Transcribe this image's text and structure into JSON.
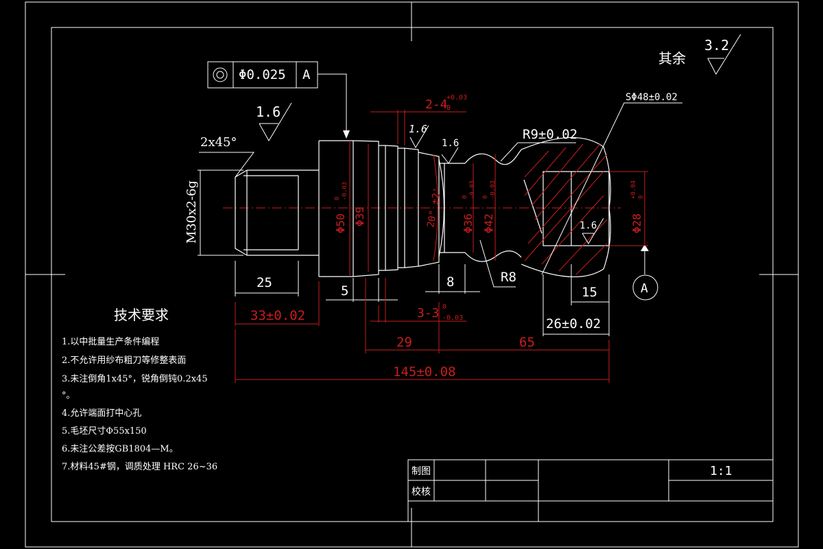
{
  "colors": {
    "background": "#000000",
    "line": "#ffffff",
    "dimension": "#c81e1e"
  },
  "roughness": {
    "rest_label": "其余",
    "rest_value": "3.2",
    "left_face": "1.6",
    "groove": "1.6",
    "neck": "1.6",
    "bore": "1.6"
  },
  "tolerance_frame": {
    "symbol": "◎",
    "value": "Φ0.025",
    "datum": "A"
  },
  "datum_label": "A",
  "dims": {
    "chamfer": "2x45°",
    "thread": "M30x2-6g",
    "d25": "25",
    "d33": "33±0.02",
    "d5": "5",
    "d29": "29",
    "d8": "8",
    "d65": "65",
    "d145": "145±0.08",
    "d15": "15",
    "d26": "26±0.02",
    "r8": "R8",
    "r9": "R9±0.02",
    "sphere": "SΦ48±0.02",
    "groove_top": "2-4",
    "groove_top_tol_up": "+0.03",
    "groove_top_tol_dn": "0",
    "groove_bot": "3-3",
    "groove_bot_tol_up": "0",
    "groove_bot_tol_dn": "-0.03",
    "angle": "20° ±2'",
    "dia_50": "Φ50",
    "dia_50_tol_up": "0",
    "dia_50_tol_dn": "-0.03",
    "dia_39": "Φ39",
    "dia_36": "Φ36",
    "dia_36_tol_up": "0",
    "dia_36_tol_dn": "-0.03",
    "dia_42": "Φ42",
    "dia_42_tol_up": "0",
    "dia_42_tol_dn": "-0.03",
    "dia_28": "Φ28",
    "dia_28_tol_up": "+0.04",
    "dia_28_tol_dn": "0"
  },
  "tech": {
    "title": "技术要求",
    "items": [
      "1.以中批量生产条件编程",
      "2.不允许用纱布粗刀等修整表面",
      "3.未注倒角1x45°，锐角倒钝0.2x45",
      "°。",
      "4.允许端面打中心孔",
      "5.毛坯尺寸Φ55x150",
      "6.未注公差按GB1804—M。",
      "7.材料45#钢，调质处理 HRC 26~36"
    ]
  },
  "title_block": {
    "drawn": "制图",
    "checked": "校核",
    "scale": "1:1"
  }
}
